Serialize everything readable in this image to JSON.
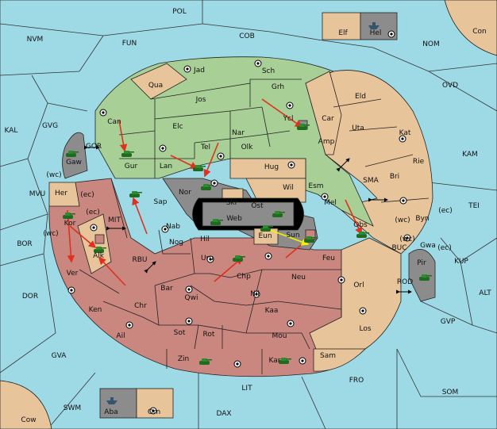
{
  "colors": {
    "sea": "#9ed9e6",
    "green_power": "#a8cf96",
    "tan_power": "#e7c49a",
    "red_power": "#c9877f",
    "gray_power": "#8c8c8c",
    "move_arrow": "#e0301e",
    "support_arrow": "#f4f000"
  },
  "sea_labels": [
    {
      "id": "pol",
      "text": "POL"
    },
    {
      "id": "nvm",
      "text": "NVM"
    },
    {
      "id": "fun",
      "text": "FUN"
    },
    {
      "id": "cob",
      "text": "COB"
    },
    {
      "id": "nom",
      "text": "NOM"
    },
    {
      "id": "ovd",
      "text": "OVD"
    },
    {
      "id": "kal",
      "text": "KAL"
    },
    {
      "id": "gvg",
      "text": "GVG"
    },
    {
      "id": "gor",
      "text": "GOR"
    },
    {
      "id": "mvu",
      "text": "MVU"
    },
    {
      "id": "mit",
      "text": "MIT"
    },
    {
      "id": "bor",
      "text": "BOR"
    },
    {
      "id": "rbu",
      "text": "RBU"
    },
    {
      "id": "dor",
      "text": "DOR"
    },
    {
      "id": "sma",
      "text": "SMA"
    },
    {
      "id": "kam",
      "text": "KAM"
    },
    {
      "id": "tei",
      "text": "TEI"
    },
    {
      "id": "buc",
      "text": "BUC"
    },
    {
      "id": "kup",
      "text": "KUP"
    },
    {
      "id": "rod",
      "text": "ROD"
    },
    {
      "id": "alt",
      "text": "ALT"
    },
    {
      "id": "gvp",
      "text": "GVP"
    },
    {
      "id": "gva",
      "text": "GVA"
    },
    {
      "id": "fro",
      "text": "FRO"
    },
    {
      "id": "som",
      "text": "SOM"
    },
    {
      "id": "lit",
      "text": "LIT"
    },
    {
      "id": "swm",
      "text": "SWM"
    },
    {
      "id": "dax",
      "text": "DAX"
    }
  ],
  "land_labels": [
    {
      "id": "jad",
      "text": "Jad"
    },
    {
      "id": "sch",
      "text": "Sch"
    },
    {
      "id": "qua",
      "text": "Qua"
    },
    {
      "id": "jos",
      "text": "Jos"
    },
    {
      "id": "grh",
      "text": "Grh"
    },
    {
      "id": "can",
      "text": "Can"
    },
    {
      "id": "ycl",
      "text": "Ycl"
    },
    {
      "id": "car",
      "text": "Car"
    },
    {
      "id": "eld",
      "text": "Eld"
    },
    {
      "id": "elc",
      "text": "Elc"
    },
    {
      "id": "nar",
      "text": "Nar"
    },
    {
      "id": "uta",
      "text": "Uta"
    },
    {
      "id": "kat",
      "text": "Kat"
    },
    {
      "id": "amp",
      "text": "Amp"
    },
    {
      "id": "tel",
      "text": "Tel"
    },
    {
      "id": "olk",
      "text": "Olk"
    },
    {
      "id": "gur",
      "text": "Gur"
    },
    {
      "id": "lan",
      "text": "Lan"
    },
    {
      "id": "hug",
      "text": "Hug"
    },
    {
      "id": "rie",
      "text": "Rie"
    },
    {
      "id": "bri",
      "text": "Bri"
    },
    {
      "id": "gaw",
      "text": "Gaw"
    },
    {
      "id": "her",
      "text": "Her"
    },
    {
      "id": "nor",
      "text": "Nor"
    },
    {
      "id": "wil",
      "text": "Wil"
    },
    {
      "id": "esm",
      "text": "Esm"
    },
    {
      "id": "skr",
      "text": "Skr"
    },
    {
      "id": "sap",
      "text": "Sap"
    },
    {
      "id": "ost",
      "text": "Ost"
    },
    {
      "id": "web",
      "text": "Web"
    },
    {
      "id": "mel",
      "text": "Mel"
    },
    {
      "id": "byn",
      "text": "Byn"
    },
    {
      "id": "kor",
      "text": "Kor"
    },
    {
      "id": "nab",
      "text": "Nab"
    },
    {
      "id": "eun",
      "text": "Eun"
    },
    {
      "id": "sun",
      "text": "Sun"
    },
    {
      "id": "obs",
      "text": "Obs"
    },
    {
      "id": "gwa",
      "text": "Gwa"
    },
    {
      "id": "alk",
      "text": "Alk"
    },
    {
      "id": "hil",
      "text": "Hil"
    },
    {
      "id": "nog",
      "text": "Nog"
    },
    {
      "id": "uru",
      "text": "Uru"
    },
    {
      "id": "feu",
      "text": "Feu"
    },
    {
      "id": "pir",
      "text": "Pir"
    },
    {
      "id": "ver",
      "text": "Ver"
    },
    {
      "id": "chp",
      "text": "Chp"
    },
    {
      "id": "neu",
      "text": "Neu"
    },
    {
      "id": "orl",
      "text": "Orl"
    },
    {
      "id": "bar",
      "text": "Bar"
    },
    {
      "id": "qwi",
      "text": "Qwi"
    },
    {
      "id": "nil",
      "text": "Nil"
    },
    {
      "id": "ken",
      "text": "Ken"
    },
    {
      "id": "chr",
      "text": "Chr"
    },
    {
      "id": "kaa",
      "text": "Kaa"
    },
    {
      "id": "los",
      "text": "Los"
    },
    {
      "id": "ail",
      "text": "Ail"
    },
    {
      "id": "sot",
      "text": "Sot"
    },
    {
      "id": "rot",
      "text": "Rot"
    },
    {
      "id": "mou",
      "text": "Mou"
    },
    {
      "id": "sam",
      "text": "Sam"
    },
    {
      "id": "zin",
      "text": "Zin"
    },
    {
      "id": "kar",
      "text": "Kar"
    },
    {
      "id": "elf",
      "text": "Elf"
    },
    {
      "id": "hel",
      "text": "Hel"
    },
    {
      "id": "con",
      "text": "Con"
    },
    {
      "id": "aba",
      "text": "Aba"
    },
    {
      "id": "orn",
      "text": "Orn"
    },
    {
      "id": "cow",
      "text": "Cow"
    }
  ],
  "coast_labels": [
    {
      "id": "wc1",
      "text": "(wc)"
    },
    {
      "id": "ec1",
      "text": "(ec)"
    },
    {
      "id": "ec2",
      "text": "(ec)"
    },
    {
      "id": "wc2",
      "text": "(wc)"
    },
    {
      "id": "wc3",
      "text": "(wc)"
    },
    {
      "id": "ec3",
      "text": "(ec)"
    },
    {
      "id": "wc4",
      "text": "(wc)"
    },
    {
      "id": "ec4",
      "text": "(ec)"
    }
  ]
}
